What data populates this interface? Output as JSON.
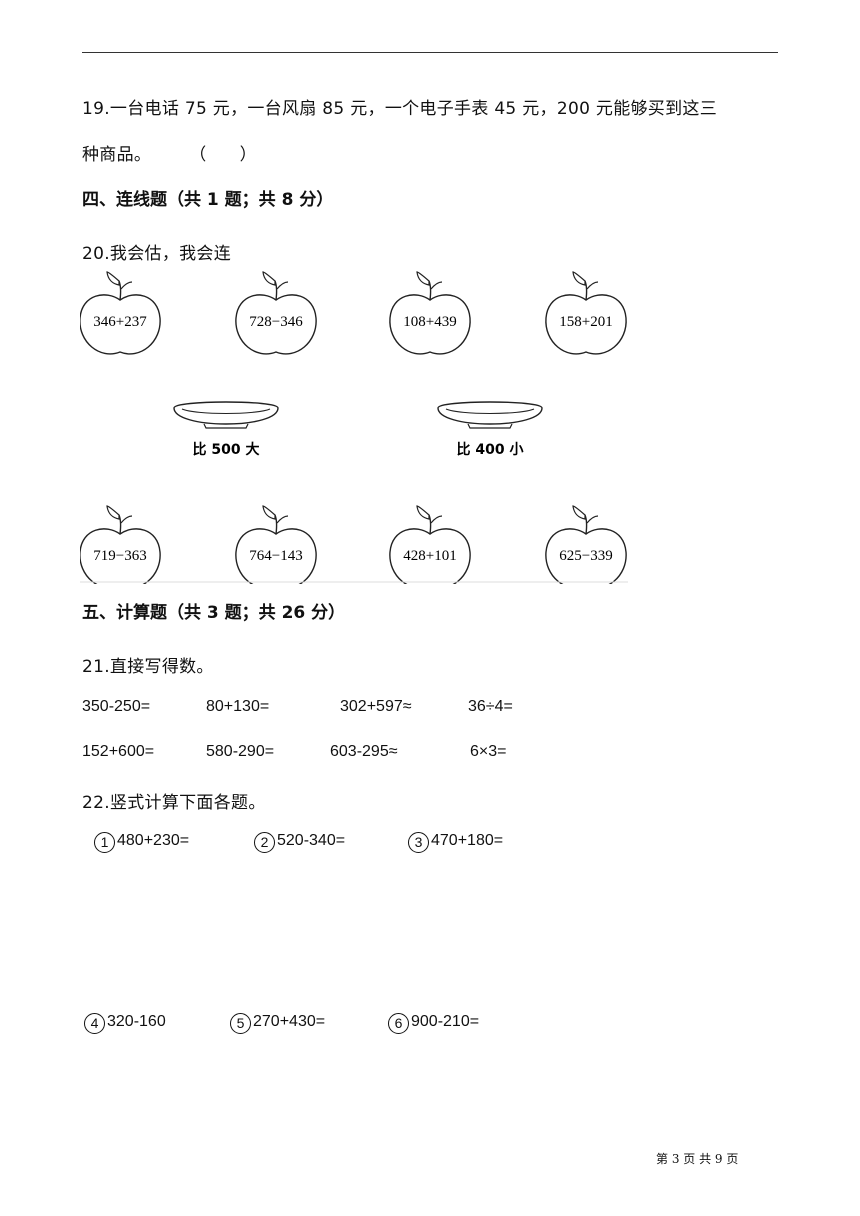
{
  "q19": {
    "line1": "19.一台电话 75 元，一台风扇 85 元，一个电子手表 45 元，200 元能够买到这三",
    "line2": "种商品。",
    "paren": "（ ）"
  },
  "section4": {
    "title": "四、连线题（共 1 题；共 8 分）"
  },
  "q20": {
    "title": "20.我会估，我会连",
    "apples_top": [
      "346+237",
      "728−346",
      "108+439",
      "158+201"
    ],
    "plates": [
      "比 500 大",
      "比 400 小"
    ],
    "apples_bottom": [
      "719−363",
      "764−143",
      "428+101",
      "625−339"
    ]
  },
  "section5": {
    "title": "五、计算题（共 3 题；共 26 分）"
  },
  "q21": {
    "title": "21.直接写得数。",
    "row1": [
      "350-250=",
      "80+130=",
      "302+597≈",
      "36÷4="
    ],
    "row2": [
      "152+600=",
      "580-290=",
      "603-295≈",
      "6×3="
    ]
  },
  "q22": {
    "title": "22.竖式计算下面各题。",
    "items": [
      {
        "num": "1",
        "expr": "480+230="
      },
      {
        "num": "2",
        "expr": "520-340="
      },
      {
        "num": "3",
        "expr": "470+180="
      },
      {
        "num": "4",
        "expr": "320-160"
      },
      {
        "num": "5",
        "expr": "270+430="
      },
      {
        "num": "6",
        "expr": "900-210="
      }
    ]
  },
  "footer": {
    "text": "第 3 页 共 9 页"
  }
}
